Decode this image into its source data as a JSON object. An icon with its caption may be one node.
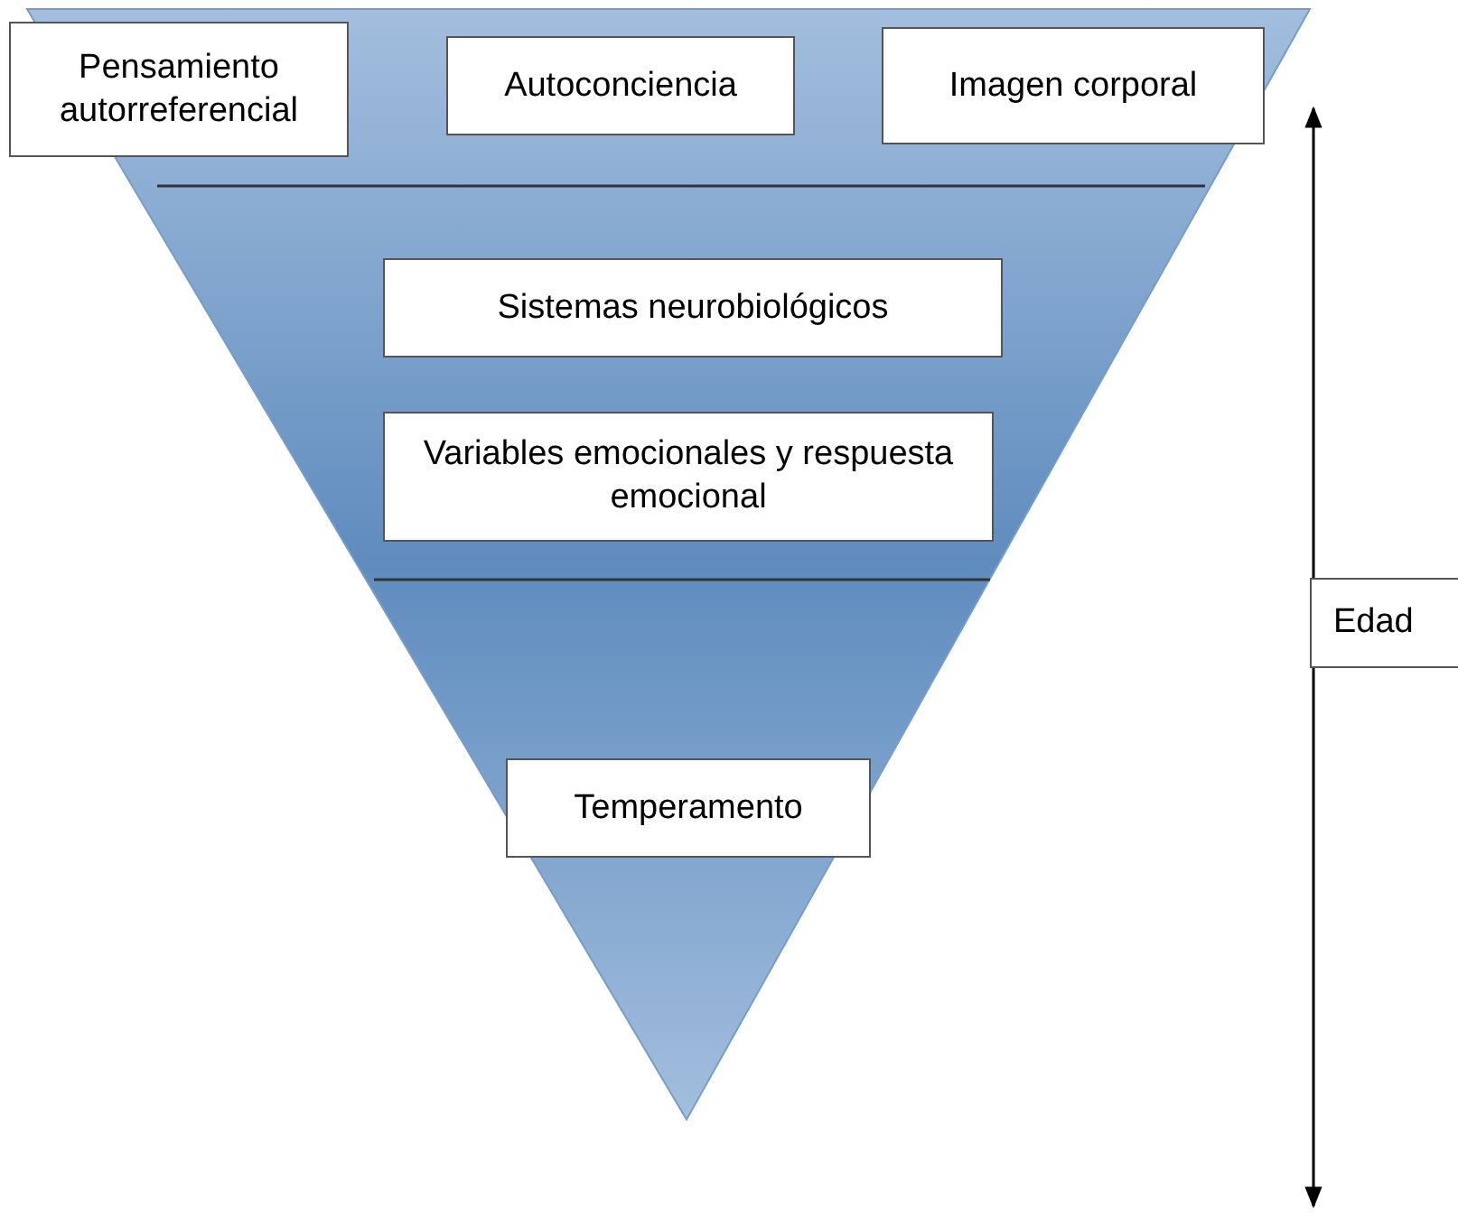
{
  "diagram": {
    "nodes": [
      {
        "text": [
          "Pensamiento autorreferencial"
        ]
      },
      {
        "text": [
          "Autoconciencia"
        ]
      },
      {
        "text": [
          "Imagen corporal"
        ]
      },
      {
        "text": [
          "Sistemas neurobiológicos"
        ]
      },
      {
        "text": [
          "Variables emocionales y respuesta emocional"
        ]
      },
      {
        "text": [
          "Temperamento"
        ]
      },
      {
        "text": [
          "Edad"
        ]
      }
    ]
  }
}
